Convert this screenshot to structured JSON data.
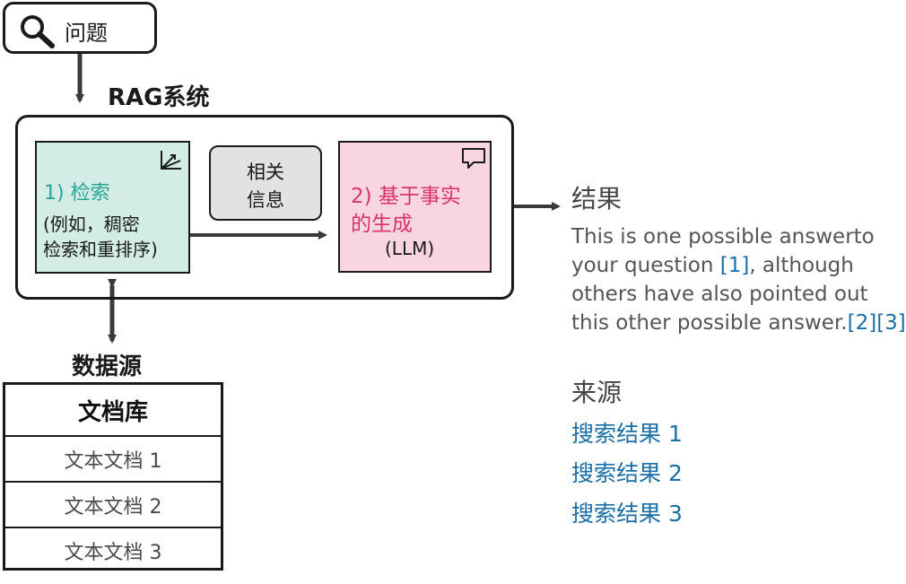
{
  "query": {
    "label": "问题",
    "icon": "search-icon"
  },
  "rag_system": {
    "title": "RAG系统",
    "retrieval": {
      "title": "1) 检索",
      "desc_line1": "(例如，稠密",
      "desc_line2": "检索和重排序)",
      "icon": "vector-axes-icon"
    },
    "context": {
      "line1": "相关",
      "line2": "信息"
    },
    "generation": {
      "line1": "2) 基于事实",
      "line2": "的生成",
      "line3": "(LLM)",
      "icon": "speech-bubble-icon"
    }
  },
  "data_source": {
    "label": "数据源",
    "table_header": "文档库",
    "rows": [
      "文本文档 1",
      "文本文档 2",
      "文本文档 3"
    ]
  },
  "result": {
    "title": "结果",
    "answer_lines": [
      {
        "text": "This is one possible answerto",
        "cite": ""
      },
      {
        "text": "your question ",
        "cite": "[1]",
        "tail": ", although"
      },
      {
        "text": "others have also pointed out",
        "cite": ""
      },
      {
        "text": "this other possible answer.",
        "cite": "[2][3]"
      }
    ]
  },
  "sources": {
    "title": "来源",
    "items": [
      "搜索结果 1",
      "搜索结果 2",
      "搜索结果 3"
    ]
  },
  "colors": {
    "retrieval_bg": "#d3ece6",
    "retrieval_title": "#2aa596",
    "generation_bg": "#f8d5e0",
    "generation_title": "#d6336c",
    "context_bg": "#e2e2e2",
    "link": "#1a6fa8"
  }
}
